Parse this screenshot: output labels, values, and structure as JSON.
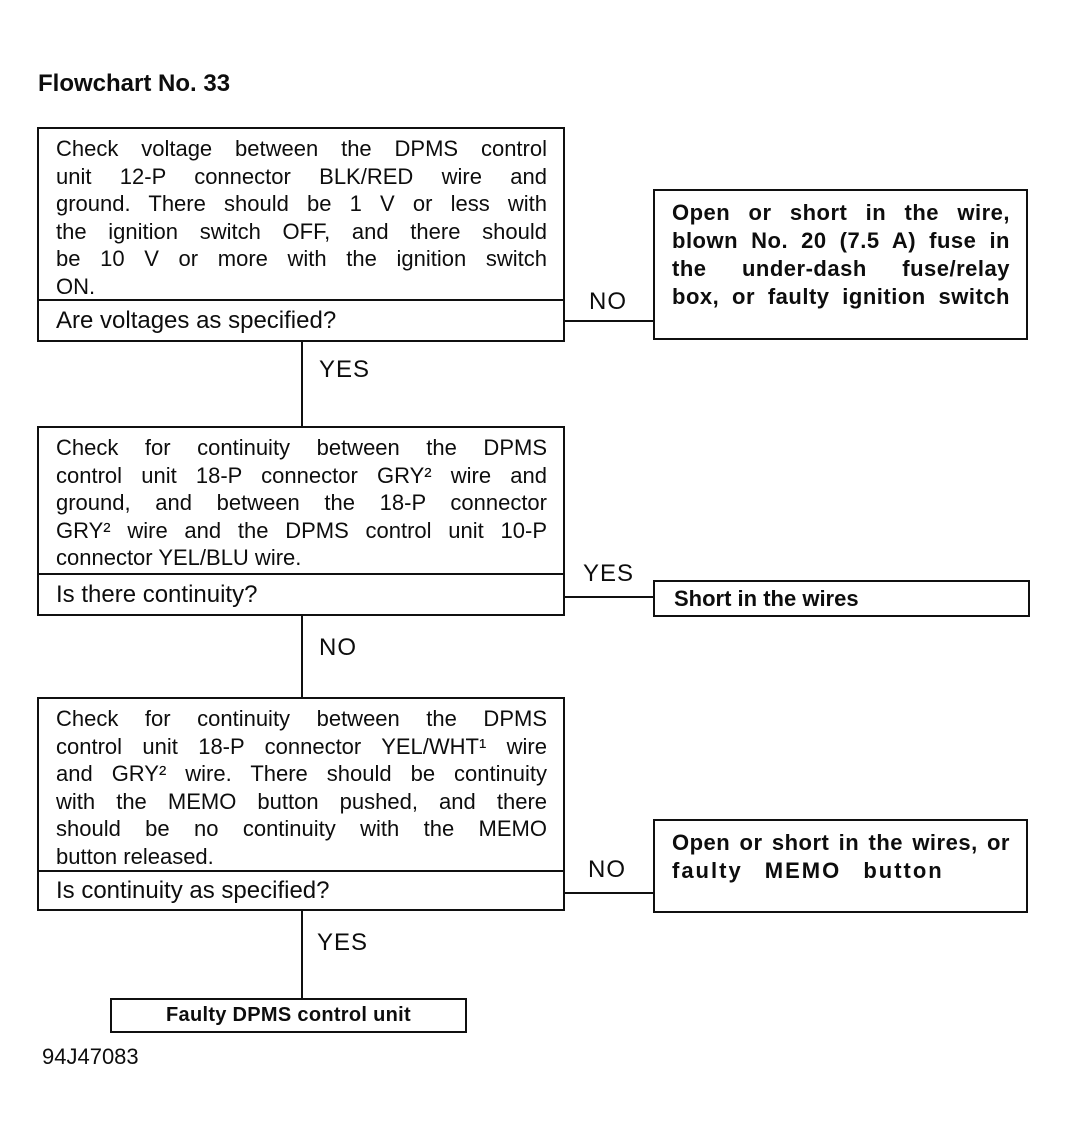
{
  "title": "Flowchart No. 33",
  "figure_code": "94J47083",
  "colors": {
    "ink": "#101010",
    "paper": "#ffffff"
  },
  "steps": {
    "step1": {
      "instruction_lines": [
        "Check voltage between the DPMS control",
        "unit 12-P connector BLK/RED wire and",
        "ground. There should be 1 V or less with",
        "the ignition switch OFF, and there should",
        "be 10 V or more with the ignition switch",
        "ON."
      ],
      "question": "Are voltages as specified?",
      "branch_no": "NO",
      "branch_yes": "YES",
      "no_result_lines": [
        "Open or short in the wire,",
        "blown No. 20 (7.5 A) fuse in",
        "the under-dash fuse/relay",
        "box, or faulty ignition switch"
      ]
    },
    "step2": {
      "instruction_lines": [
        "Check for continuity between the DPMS",
        "control unit 18-P connector GRY² wire and",
        "ground, and between the 18-P connector",
        "GRY² wire and the DPMS control unit 10-P",
        "connector YEL/BLU wire."
      ],
      "question": "Is there continuity?",
      "branch_yes": "YES",
      "branch_no": "NO",
      "yes_result": "Short in the wires"
    },
    "step3": {
      "instruction_lines": [
        "Check for continuity between the DPMS",
        "control unit 18-P connector YEL/WHT¹ wire",
        "and GRY² wire. There should be continuity",
        "with the MEMO button pushed, and there",
        "should be no continuity with the MEMO",
        "button released."
      ],
      "question": "Is continuity as specified?",
      "branch_no": "NO",
      "branch_yes": "YES",
      "no_result_lines": [
        "Open or short in the wires, or",
        "faulty MEMO button"
      ]
    },
    "conclusion": "Faulty DPMS control unit"
  }
}
